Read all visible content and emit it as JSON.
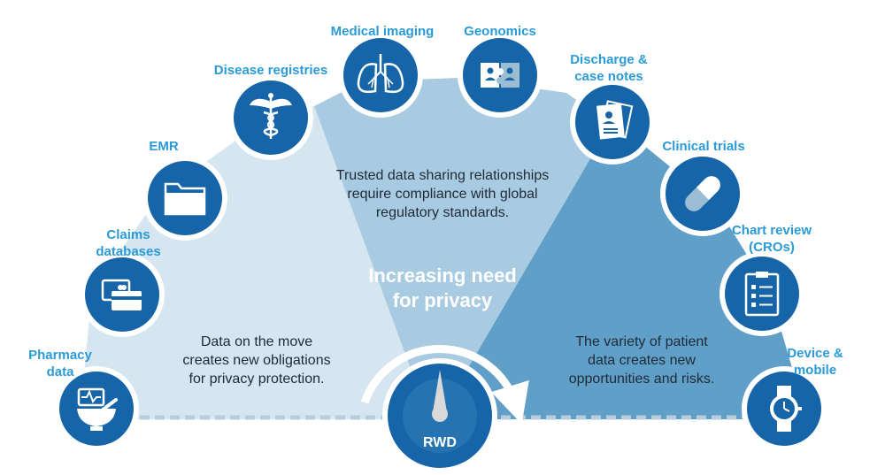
{
  "center_title_line1": "Increasing need",
  "center_title_line2": "for privacy",
  "hub_label": "RWD",
  "panels": {
    "left": [
      "Data on the move",
      "creates new obligations",
      "for privacy protection."
    ],
    "top": [
      "Trusted data sharing relationships",
      "require compliance with global",
      "regulatory standards."
    ],
    "right": [
      "The variety of patient",
      "data creates new",
      "opportunities and risks."
    ]
  },
  "sources": [
    {
      "lines": [
        "Pharmacy",
        "data"
      ],
      "icon": "pharmacy-mortar-icon"
    },
    {
      "lines": [
        "Claims",
        "databases"
      ],
      "icon": "credit-card-icon"
    },
    {
      "lines": [
        "EMR"
      ],
      "icon": "folder-icon"
    },
    {
      "lines": [
        "Disease registries"
      ],
      "icon": "caduceus-icon"
    },
    {
      "lines": [
        "Medical imaging"
      ],
      "icon": "lungs-icon"
    },
    {
      "lines": [
        "Geonomics"
      ],
      "icon": "puzzle-icon"
    },
    {
      "lines": [
        "Discharge &",
        "case notes"
      ],
      "icon": "documents-icon"
    },
    {
      "lines": [
        "Clinical trials"
      ],
      "icon": "pill-icon"
    },
    {
      "lines": [
        "Chart review",
        "(CROs)"
      ],
      "icon": "clipboard-icon"
    },
    {
      "lines": [
        "Device &",
        "mobile"
      ],
      "icon": "watch-icon"
    }
  ],
  "colors": {
    "accent": "#2a9bd6",
    "circle": "#1565a8",
    "panel_left": "#d5e6f1",
    "panel_top": "#a8cbe2",
    "panel_right": "#5f9fc8",
    "text_dark": "#1f2a36"
  }
}
